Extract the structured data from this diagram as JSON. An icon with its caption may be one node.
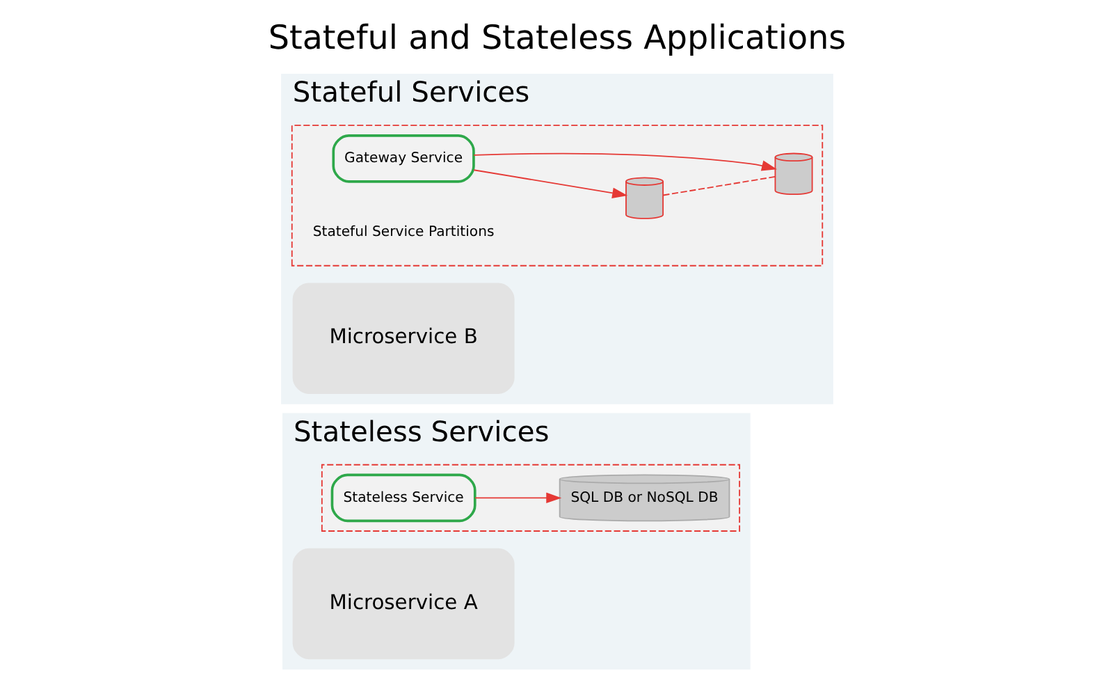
{
  "diagram": {
    "title": "Stateful and Stateless Applications",
    "nodes": [
      {
        "text": [
          "Stateless Services"
        ]
      },
      {
        "text": [
          "Microservice A"
        ],
        "in": 0
      },
      {
        "text": [],
        "shape": "box",
        "in": 0
      },
      {
        "text": [
          "Stateless Service"
        ],
        "in": 2
      },
      {
        "text": [
          "SQL DB or NoSQL DB"
        ],
        "in": 2
      },
      {
        "text": [
          "Stateful Services"
        ]
      },
      {
        "text": [
          "Microservice B"
        ],
        "in": 5
      },
      {
        "text": [],
        "shape": "box",
        "in": 5
      },
      {
        "text": [
          "Gateway Service"
        ],
        "in": 7
      },
      {
        "text": [],
        "shape": "cylinder",
        "in": 7
      },
      {
        "text": [],
        "shape": "cylinder",
        "in": 7
      }
    ],
    "edges": [
      {
        "from": 3,
        "to": 4,
        "arrow": "to"
      },
      {
        "from": 8,
        "to": 9,
        "arrow": "to"
      },
      {
        "from": 8,
        "to": 10,
        "arrow": "to"
      },
      {
        "from": 9,
        "to": 10,
        "arrow": "none",
        "style": "dashed"
      }
    ],
    "labels": [
      "Stateful Service Partitions"
    ]
  }
}
